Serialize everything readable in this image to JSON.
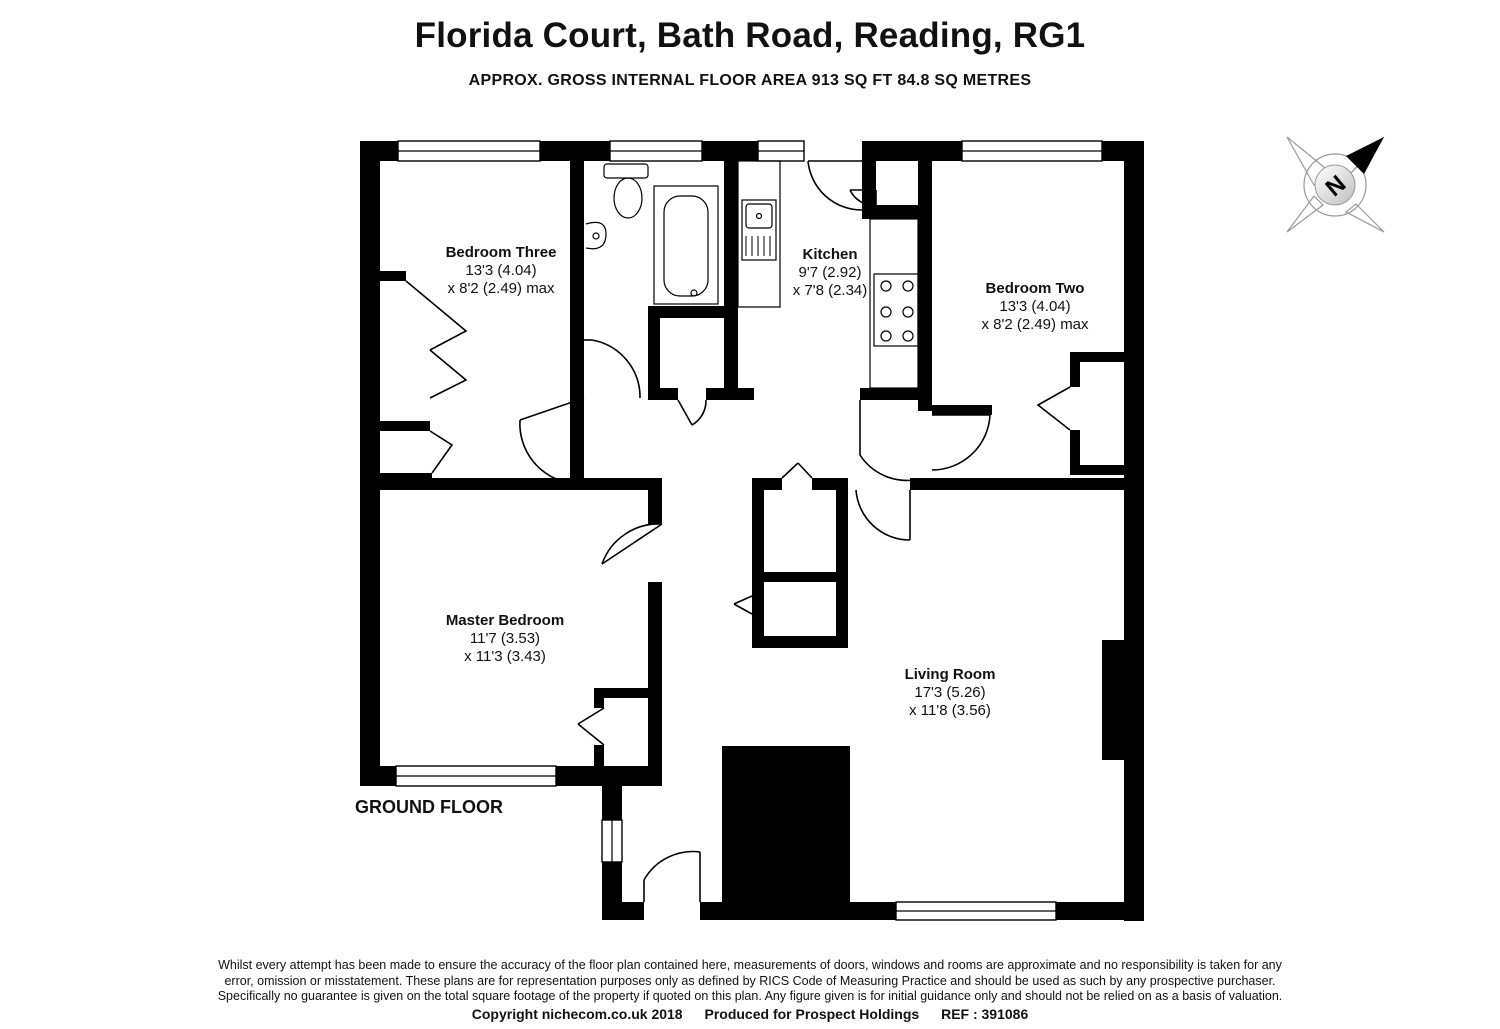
{
  "header": {
    "title": "Florida Court, Bath Road, Reading, RG1",
    "subtitle": "APPROX. GROSS INTERNAL FLOOR AREA 913 SQ FT 84.8 SQ METRES"
  },
  "rooms": {
    "bedroom_three": {
      "name": "Bedroom Three",
      "line1": "13'3 (4.04)",
      "line2": "x 8'2 (2.49) max"
    },
    "kitchen": {
      "name": "Kitchen",
      "line1": "9'7 (2.92)",
      "line2": "x 7'8 (2.34)"
    },
    "bedroom_two": {
      "name": "Bedroom Two",
      "line1": "13'3 (4.04)",
      "line2": "x 8'2 (2.49) max"
    },
    "master_bedroom": {
      "name": "Master Bedroom",
      "line1": "11'7 (3.53)",
      "line2": "x 11'3 (3.43)"
    },
    "living_room": {
      "name": "Living Room",
      "line1": "17'3 (5.26)",
      "line2": "x 11'8 (3.56)"
    }
  },
  "floor_label": "GROUND FLOOR",
  "compass": {
    "letter": "N",
    "icon": "north-arrow-icon"
  },
  "disclaimer": {
    "line1": "Whilst every attempt has been made to ensure the accuracy of the floor plan contained here, measurements of doors, windows and rooms are approximate and no responsibility is taken for any",
    "line2": "error, omission or misstatement. These plans are for representation purposes only as defined by RICS Code of Measuring Practice and should be used as such by any prospective purchaser.",
    "line3": "Specifically no guarantee is given on the total square footage of the property if quoted on this plan. Any figure given is for initial guidance only and should not be relied on as a basis of valuation."
  },
  "footer": {
    "copyright": "Copyright nichecom.co.uk 2018",
    "produced_for": "Produced for Prospect Holdings",
    "ref": "REF : 391086"
  }
}
